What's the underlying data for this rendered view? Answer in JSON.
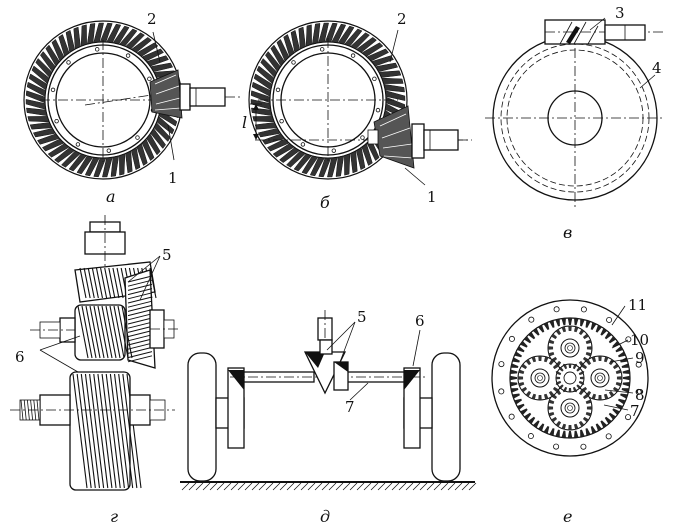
{
  "labels": {
    "a": {
      "caption": "а",
      "part1": "1",
      "part2": "2"
    },
    "b": {
      "caption": "б",
      "part1": "1",
      "part2": "2",
      "offset": "l"
    },
    "v": {
      "caption": "в",
      "part3": "3",
      "part4": "4"
    },
    "g": {
      "caption": "г",
      "part5": "5",
      "part6": "6"
    },
    "d": {
      "caption": "д",
      "part5": "5",
      "part6": "6",
      "part7": "7"
    },
    "e": {
      "caption": "е",
      "part7": "7",
      "part8": "8",
      "part9": "9",
      "part10": "10",
      "part11": "11"
    }
  }
}
